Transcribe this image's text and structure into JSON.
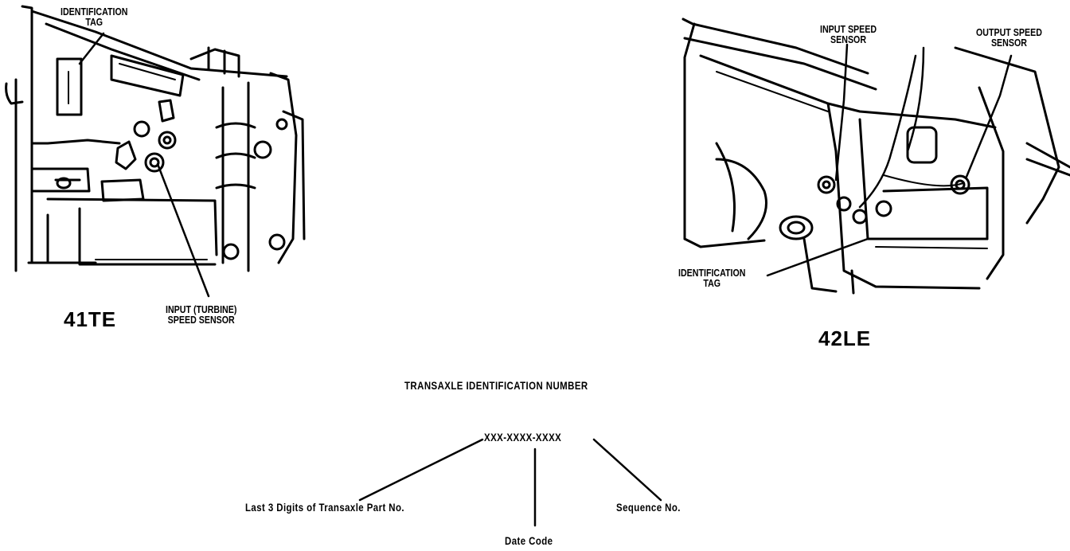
{
  "figure": {
    "left_assembly": {
      "model_label": "41TE",
      "identification_tag_label": [
        "IDENTIFICATION",
        "TAG"
      ],
      "input_sensor_label": [
        "INPUT (TURBINE)",
        "SPEED SENSOR"
      ]
    },
    "right_assembly": {
      "model_label": "42LE",
      "input_sensor_label": [
        "INPUT SPEED",
        "SENSOR"
      ],
      "output_sensor_label": [
        "OUTPUT SPEED",
        "SENSOR"
      ],
      "identification_tag_label": [
        "IDENTIFICATION",
        "TAG"
      ]
    },
    "id_number": {
      "heading": "TRANSAXLE IDENTIFICATION NUMBER",
      "pattern": "XXX-XXXX-XXXX",
      "parts": {
        "left": "Last 3 Digits of Transaxle Part No.",
        "middle": "Date Code",
        "right": "Sequence No."
      }
    }
  },
  "colors": {
    "ink": "#000000",
    "paper": "#ffffff"
  }
}
